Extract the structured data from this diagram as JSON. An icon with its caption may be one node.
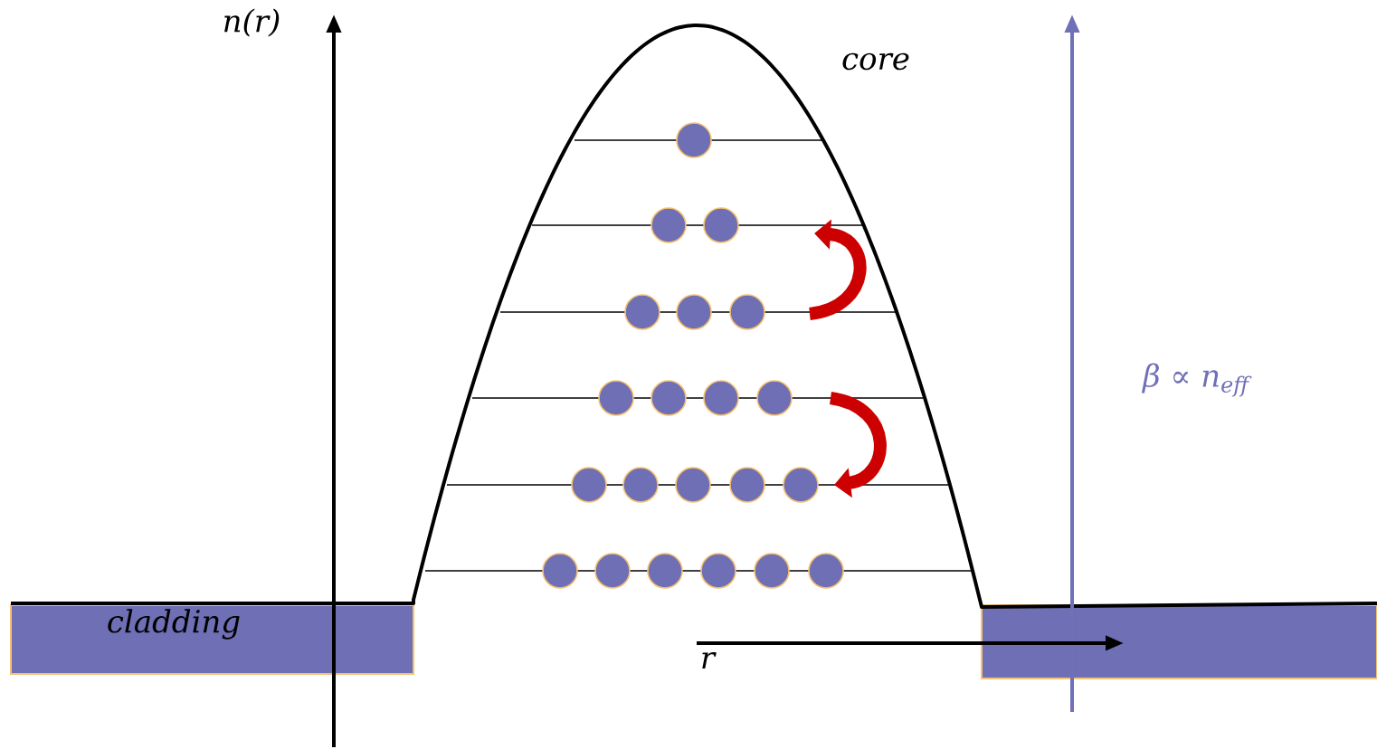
{
  "diagram": {
    "labels": [
      "n(r)",
      "core",
      "β ∝ n$_{eff}$",
      "cladding",
      "r"
    ]
  }
}
